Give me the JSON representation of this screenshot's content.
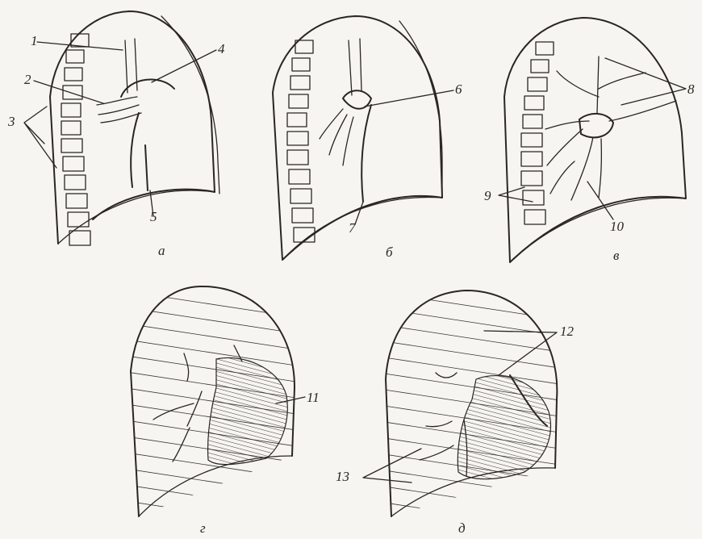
{
  "labels": {
    "n1": "1",
    "n2": "2",
    "n3": "3",
    "n4": "4",
    "n5": "5",
    "n6": "6",
    "n7": "7",
    "n8": "8",
    "n9": "9",
    "n10": "10",
    "n11": "11",
    "n12": "12",
    "n13": "13"
  },
  "captions": {
    "a": "а",
    "b": "б",
    "v": "в",
    "g": "г",
    "d": "д"
  },
  "colors": {
    "ink": "#2a2622",
    "paper": "#f6f5f1"
  }
}
